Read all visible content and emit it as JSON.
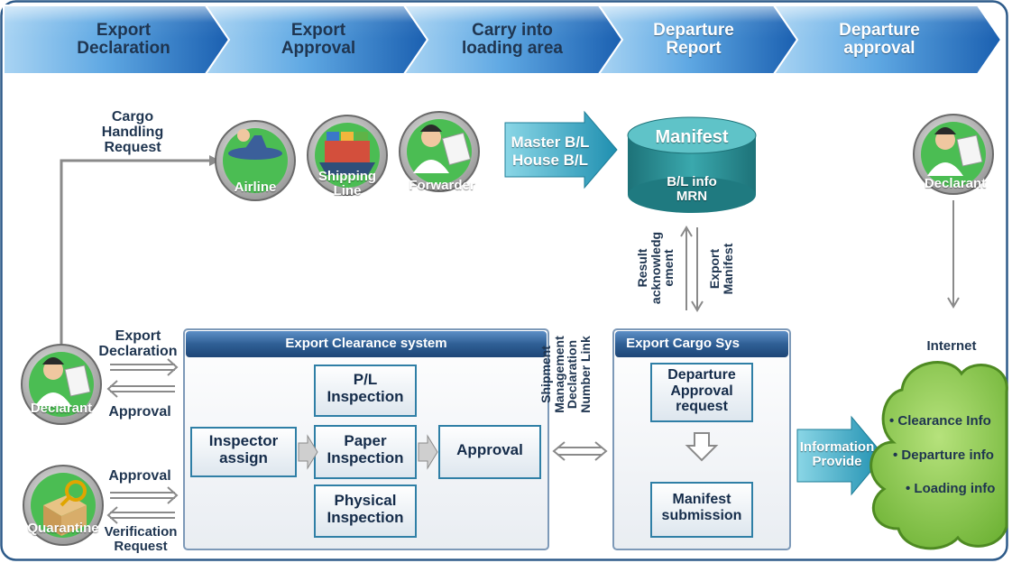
{
  "process_steps": [
    {
      "label": "Export\nDeclaration"
    },
    {
      "label": "Export\nApproval"
    },
    {
      "label": "Carry into\nloading area"
    },
    {
      "label": "Departure\nReport"
    },
    {
      "label": "Departure\napproval"
    }
  ],
  "actors": {
    "airline": "Airline",
    "shipping_line": "Shipping\nLine",
    "forwarder": "Forwarder",
    "declarant_top": "Declarant",
    "declarant_left": "Declarant",
    "quarantine": "Quarantine"
  },
  "flow_labels": {
    "cargo_handling": "Cargo\nHandling\nRequest",
    "export_declaration": "Export\nDeclaration",
    "approval_declarant": "Approval",
    "approval_quarantine": "Approval",
    "verification_request": "Verification\nRequest",
    "master_house_bl": "Master B/L\nHouse B/L",
    "result_ack": "Result\nacknowledg\nement",
    "export_manifest": "Export\nManifest",
    "shipment_link": "Shipment\nManagement\nDeclaration\nNumber Link",
    "information_provide": "Information\nProvide",
    "internet": "Internet"
  },
  "manifest": {
    "title": "Manifest",
    "body": "B/L info\nMRN"
  },
  "clearance_system": {
    "title": "Export Clearance system",
    "inspector_assign": "Inspector\nassign",
    "pl_inspection": "P/L\nInspection",
    "paper_inspection": "Paper\nInspection",
    "physical_inspection": "Physical\nInspection",
    "approval": "Approval"
  },
  "cargo_sys": {
    "title": "Export Cargo Sys",
    "departure_request": "Departure\nApproval\nrequest",
    "manifest_submission": "Manifest\nsubmission"
  },
  "internet_info": [
    "• Clearance Info",
    "• Departure info",
    "• Loading info"
  ],
  "colors": {
    "chevron_light": "#8cc3ec",
    "chevron_dark": "#1d68b8",
    "panel_header": "#2f5f95",
    "cloud_green": "#92cf50",
    "cylinder": "#2b8d93",
    "teal_arrow": "#2fa7bf"
  }
}
